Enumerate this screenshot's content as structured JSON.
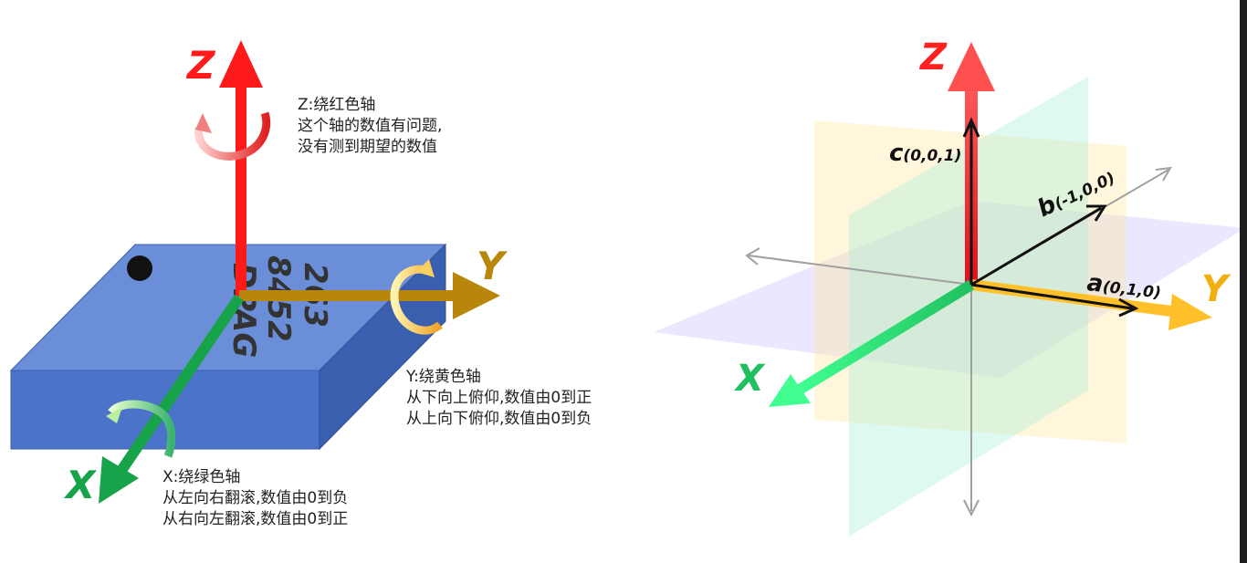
{
  "left_diagram": {
    "axes": {
      "z_label": "Z",
      "y_label": "Y",
      "x_label": "X"
    },
    "chip_text": [
      "263",
      "8452",
      "DPAG"
    ],
    "notes": {
      "z": [
        "Z:绕红色轴",
        "这个轴的数值有问题,",
        "没有测到期望的数值"
      ],
      "y": [
        "Y:绕黄色轴",
        "从下向上俯仰,数值由0到正",
        "从上向下俯仰,数值由0到负"
      ],
      "x": [
        "X:绕绿色轴",
        "从左向右翻滚,数值由0到负",
        "从右向左翻滚,数值由0到正"
      ]
    }
  },
  "right_diagram": {
    "axes": {
      "z_label": "Z",
      "y_label": "Y",
      "x_label": "X"
    },
    "vectors": {
      "c_name": "c",
      "c_coords": "(0,0,1)",
      "b_name": "b",
      "b_coords": "(-1,0,0)",
      "a_name": "a",
      "a_coords": "(0,1,0)"
    }
  },
  "colors": {
    "z_axis": "#ff1a1a",
    "y_axis": "#b8860b",
    "x_axis": "#17a34a",
    "chip_top": "#6a8fd8",
    "chip_front": "#4a73c9",
    "chip_side": "#3a5fae"
  }
}
